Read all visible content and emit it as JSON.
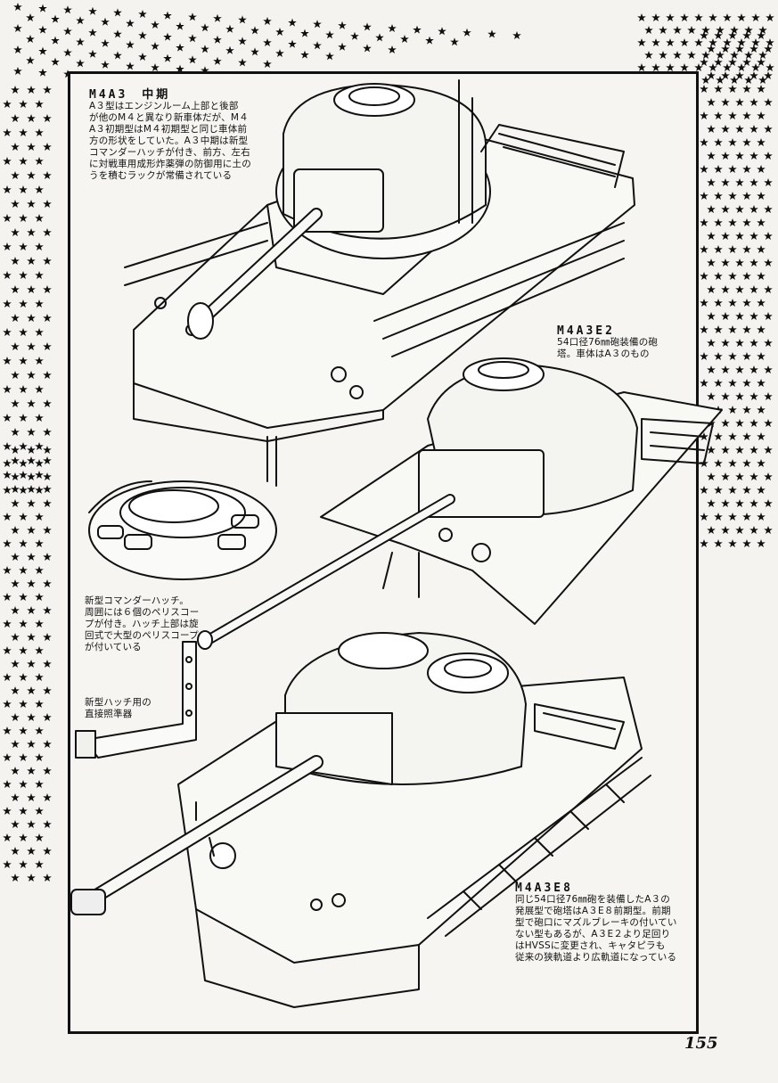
{
  "page": {
    "number": "155"
  },
  "m4a3": {
    "title": "M4A3　中期",
    "lines": [
      "A３型はエンジンルーム上部と後部",
      "が他のM４と異なり新車体だが、M４",
      "A３初期型はM４初期型と同じ車体前",
      "方の形状をしていた。A３中期は新型",
      "コマンダーハッチが付き、前方、左右",
      "に対戦車用成形炸薬弾の防御用に土の",
      "うを積むラックが常備されている"
    ]
  },
  "m4a3e2": {
    "title": "M4A3E2",
    "lines": [
      "54口径76㎜砲装備の砲",
      "塔。車体はA３のもの"
    ]
  },
  "hatch": {
    "lines": [
      "新型コマンダーハッチ。",
      "周囲には６個のペリスコー",
      "プが付き。ハッチ上部は旋",
      "回式で大型のペリスコープ",
      "が付いている"
    ]
  },
  "sight": {
    "lines": [
      "新型ハッチ用の",
      "直接照準器"
    ]
  },
  "m4a3e8": {
    "title": "M4A3E8",
    "lines": [
      "同じ54口径76㎜砲を装備したA３の",
      "発展型で砲塔はA３E８前期型。前期",
      "型で砲口にマズルブレーキの付いてい",
      "ない型もあるが、A３E２より足回り",
      "はHVSSに変更され、キャタピラも",
      "従来の狭軌道より広軌道になっている"
    ]
  },
  "icons": {
    "star": "star-icon"
  }
}
